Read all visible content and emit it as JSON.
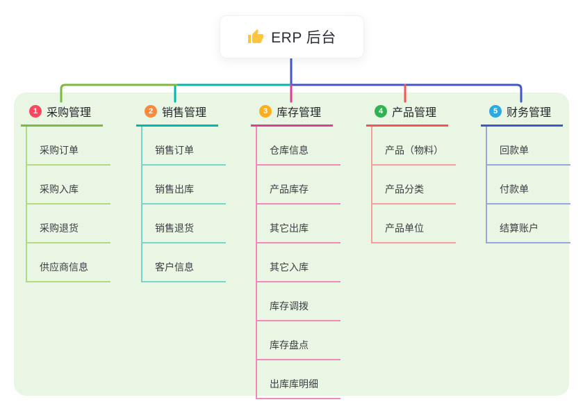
{
  "root": {
    "label": "ERP 后台",
    "icon": "thumbs-up-icon",
    "icon_color": "#FFC53D"
  },
  "colors": {
    "page_background": "#FFFFFF",
    "panel_background": "#E9F6E4",
    "card_background": "#FFFFFF",
    "root_connector": "#4156C8",
    "title_text": "#23252B",
    "child_text": "#3B3D42"
  },
  "branches": [
    {
      "badge": "1",
      "title": "采购管理",
      "badge_color": "#F8485E",
      "line_color": "#7EB93F",
      "child_line_color": "#AFD983",
      "children": [
        "采购订单",
        "采购入库",
        "采购退货",
        "供应商信息"
      ]
    },
    {
      "badge": "2",
      "title": "销售管理",
      "badge_color": "#FB8A3C",
      "line_color": "#00B7AE",
      "child_line_color": "#79D3CC",
      "children": [
        "销售订单",
        "销售出库",
        "销售退货",
        "客户信息"
      ]
    },
    {
      "badge": "3",
      "title": "库存管理",
      "badge_color": "#FCAE1E",
      "line_color": "#DE3D96",
      "child_line_color": "#F287BB",
      "children": [
        "仓库信息",
        "产品库存",
        "其它出库",
        "其它入库",
        "库存调拨",
        "库存盘点",
        "出库库明细"
      ]
    },
    {
      "badge": "4",
      "title": "产品管理",
      "badge_color": "#32B353",
      "line_color": "#F75355",
      "child_line_color": "#F89B99",
      "children": [
        "产品（物料）",
        "产品分类",
        "产品单位"
      ]
    },
    {
      "badge": "5",
      "title": "财务管理",
      "badge_color": "#2BA9E1",
      "line_color": "#4156C8",
      "child_line_color": "#96A7E0",
      "children": [
        "回款单",
        "付款单",
        "结算账户"
      ]
    }
  ]
}
